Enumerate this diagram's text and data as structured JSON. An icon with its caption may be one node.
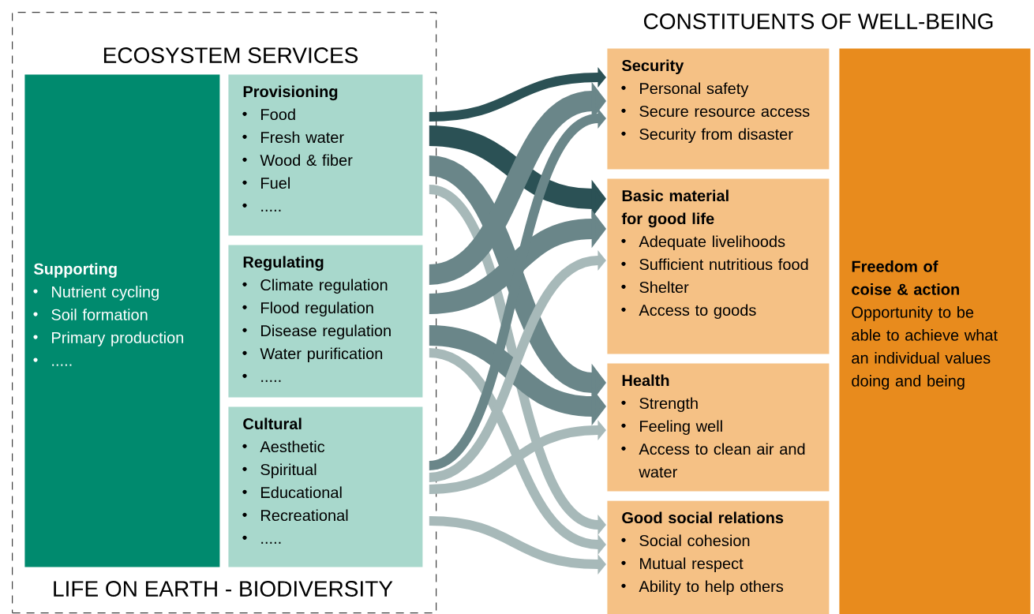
{
  "diagram": {
    "nodes": [
      {
        "text": [
          "ECOSYSTEM SERVICES",
          "LIFE ON EARTH - BIODIVERSITY"
        ]
      },
      {
        "text": [
          "Supporting",
          "Nutrient cycling",
          "Soil formation",
          "Primary production",
          "....."
        ],
        "in": 0
      },
      {
        "text": [
          "Provisioning",
          "Food",
          "Fresh water",
          "Wood & fiber",
          "Fuel",
          "....."
        ],
        "in": 0
      },
      {
        "text": [
          "Regulating",
          "Climate regulation",
          "Flood regulation",
          "Disease regulation",
          "Water purification",
          "....."
        ],
        "in": 0
      },
      {
        "text": [
          "Cultural",
          "Aesthetic",
          "Spiritual",
          "Educational",
          "Recreational",
          "....."
        ],
        "in": 0
      },
      {
        "text": [
          "Security",
          "Personal safety",
          "Secure resource access",
          "Security from disaster"
        ]
      },
      {
        "text": [
          "Basic material for good life",
          "Adequate livelihoods",
          "Sufficient nutritious food",
          "Shelter",
          "Access to goods"
        ]
      },
      {
        "text": [
          "Health",
          "Strength",
          "Feeling well",
          "Access to clean air and water"
        ]
      },
      {
        "text": [
          "Good social relations",
          "Social cohesion",
          "Mutual respect",
          "Ability to help others"
        ]
      },
      {
        "text": [
          "Freedom of coise & action",
          "Opportunity to be able to achieve what an individual values doing and being"
        ]
      }
    ],
    "edges": [
      {
        "from": 2,
        "to": 5,
        "arrow": "to",
        "color": "#2b5155"
      },
      {
        "from": 2,
        "to": 6,
        "arrow": "to",
        "style": "thick",
        "color": "#2b5155"
      },
      {
        "from": 2,
        "to": 7,
        "arrow": "to",
        "style": "thick"
      },
      {
        "from": 2,
        "to": 8,
        "arrow": "to",
        "color": "#a7b9b9"
      },
      {
        "from": 3,
        "to": 5,
        "arrow": "to",
        "style": "thick"
      },
      {
        "from": 3,
        "to": 6,
        "arrow": "to",
        "style": "thick"
      },
      {
        "from": 3,
        "to": 7,
        "arrow": "to",
        "style": "thick"
      },
      {
        "from": 3,
        "to": 8,
        "arrow": "to",
        "color": "#a7b9b9"
      },
      {
        "from": 4,
        "to": 5,
        "arrow": "to"
      },
      {
        "from": 4,
        "to": 6,
        "arrow": "to",
        "color": "#a7b9b9"
      },
      {
        "from": 4,
        "to": 7,
        "arrow": "to",
        "color": "#a7b9b9"
      },
      {
        "from": 4,
        "to": 8,
        "arrow": "to",
        "color": "#a7b9b9"
      }
    ],
    "labels": [
      "CONSTITUENTS OF WELL-BEING"
    ]
  }
}
